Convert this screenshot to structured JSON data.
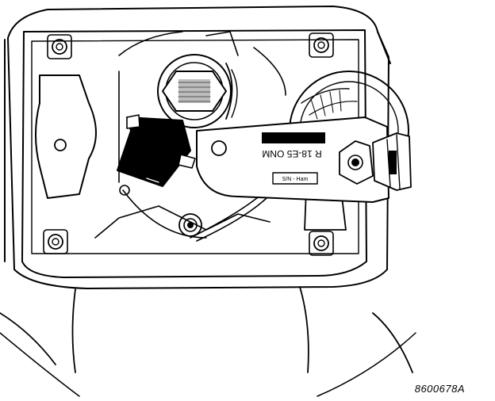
{
  "figure": {
    "id": "8600678A"
  },
  "labels": {
    "part_number": "R 18-E5 ONM",
    "sticker": "S/N - Ham"
  }
}
